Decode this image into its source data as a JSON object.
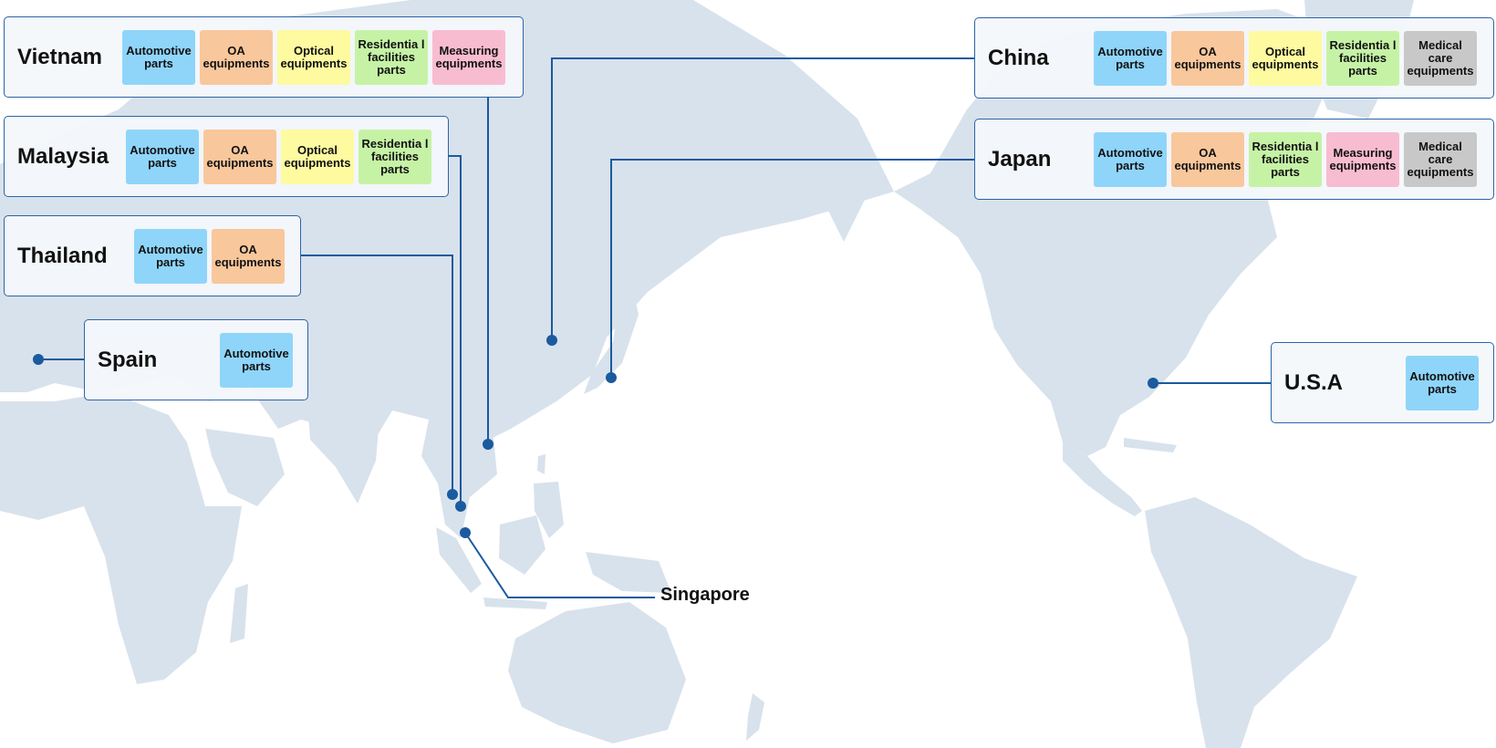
{
  "colors": {
    "land": "#d8e2ec",
    "connector": "#1a5a9e",
    "box_border": "#2c64a8",
    "automotive": "#8fd5fa",
    "oa": "#f9c79c",
    "optical": "#fdfaa0",
    "residential": "#c6f2a6",
    "measuring": "#f8bcd0",
    "medical": "#c8c8c8"
  },
  "categories": {
    "automotive": "Automotive parts",
    "oa": "OA equipments",
    "optical": "Optical equipments",
    "residential": "Residentia l facilities parts",
    "measuring": "Measuring equipments",
    "medical": "Medical care equipments"
  },
  "locations": [
    {
      "id": "vietnam",
      "name": "Vietnam",
      "chips": [
        "automotive",
        "oa",
        "optical",
        "residential",
        "measuring"
      ]
    },
    {
      "id": "malaysia",
      "name": "Malaysia",
      "chips": [
        "automotive",
        "oa",
        "optical",
        "residential"
      ]
    },
    {
      "id": "thailand",
      "name": "Thailand",
      "chips": [
        "automotive",
        "oa"
      ]
    },
    {
      "id": "spain",
      "name": "Spain",
      "chips": [
        "automotive"
      ]
    },
    {
      "id": "china",
      "name": "China",
      "chips": [
        "automotive",
        "oa",
        "optical",
        "residential",
        "medical"
      ]
    },
    {
      "id": "japan",
      "name": "Japan",
      "chips": [
        "automotive",
        "oa",
        "residential",
        "measuring",
        "medical"
      ]
    },
    {
      "id": "usa",
      "name": "U.S.A",
      "chips": [
        "automotive"
      ]
    }
  ],
  "singapore": {
    "name": "Singapore"
  }
}
